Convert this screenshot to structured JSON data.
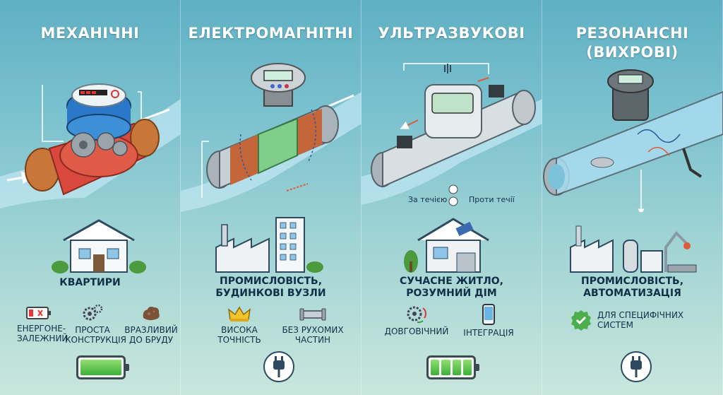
{
  "columns": [
    {
      "title": "МЕХАНІЧНІ",
      "caption": "КВАРТИРИ",
      "features": [
        {
          "label": "ЕНЕРГОНЕ-\nЗАЛЕЖНИЙ",
          "icon": "battery-low-icon"
        },
        {
          "label": "ПРОСТА\nКОНСТРУКЦІЯ",
          "icon": "gears-icon"
        },
        {
          "label": "ВРАЗЛИВИЙ\nДО БРУДУ",
          "icon": "dirt-icon"
        }
      ],
      "power": "battery-full-icon"
    },
    {
      "title": "ЕЛЕКТРОМАГНІТНІ",
      "caption": "ПРОМИСЛОВІСТЬ,\nБУДИНКОВІ ВУЗЛИ",
      "features": [
        {
          "label": "ВИСОКА\nТОЧНІСТЬ",
          "icon": "crown-icon"
        },
        {
          "label": "БЕЗ РУХОМИХ\nЧАСТИН",
          "icon": "pipe-icon"
        }
      ],
      "power": "plug-icon"
    },
    {
      "title": "УЛЬТРАЗВУКОВІ",
      "caption": "СУЧАСНЕ ЖИТЛО,\nРОЗУМНИЙ ДІМ",
      "sensor_labels": {
        "downstream": "За течією",
        "upstream": "Проти течії"
      },
      "features": [
        {
          "label": "ДОВГОВІЧНИЙ",
          "icon": "gear-refresh-icon"
        },
        {
          "label": "ІНТЕГРАЦІЯ",
          "icon": "smartphone-icon"
        }
      ],
      "power": "battery-full-icon"
    },
    {
      "title": "РЕЗОНАНСНІ\n(ВИХРОВІ)",
      "caption": "ПРОМИСЛОВІСТЬ,\nАВТОМАТИЗАЦІЯ",
      "features": [
        {
          "label": "ДЛЯ СПЕЦИФІЧНИХ\nСИСТЕМ",
          "icon": "check-badge-icon"
        }
      ],
      "power": "plug-icon"
    }
  ]
}
